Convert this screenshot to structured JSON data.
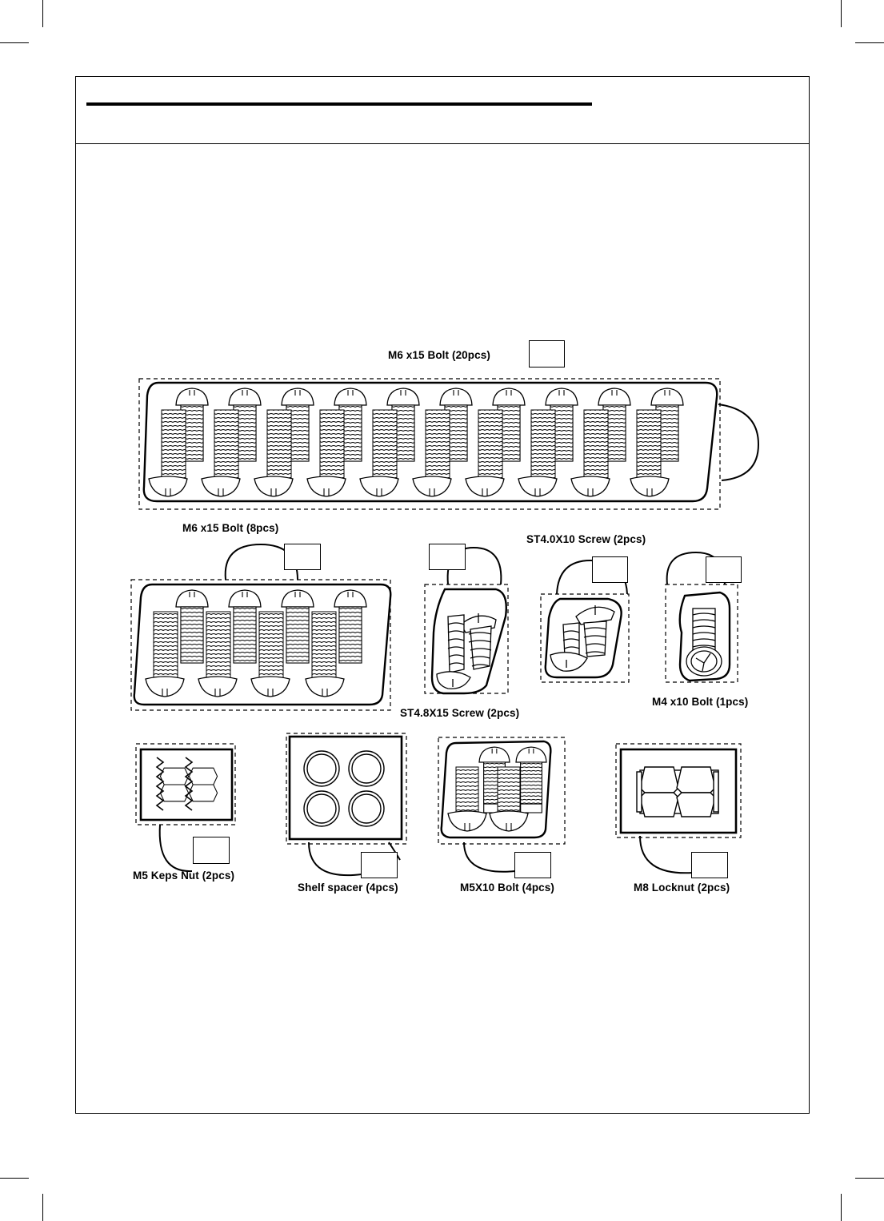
{
  "header": {
    "title": ""
  },
  "parts": [
    {
      "label": "M6 x15 Bolt (20pcs)",
      "id": ""
    },
    {
      "label": "M6 x15 Bolt (8pcs)",
      "id": ""
    },
    {
      "label": "ST4.8X15 Screw (2pcs)",
      "id": ""
    },
    {
      "label": "ST4.0X10 Screw (2pcs)",
      "id": ""
    },
    {
      "label": "M4 x10 Bolt (1pcs)",
      "id": ""
    },
    {
      "label": "M5 Keps Nut (2pcs)",
      "id": ""
    },
    {
      "label": "Shelf spacer (4pcs)",
      "id": ""
    },
    {
      "label": "M5X10 Bolt (4pcs)",
      "id": ""
    },
    {
      "label": "M8 Locknut (2pcs)",
      "id": ""
    }
  ],
  "icons": [
    "bolt-icon",
    "screw-icon",
    "nut-icon",
    "spacer-icon",
    "locknut-icon"
  ],
  "colors": {
    "ink": "#000000",
    "paper": "#ffffff"
  }
}
